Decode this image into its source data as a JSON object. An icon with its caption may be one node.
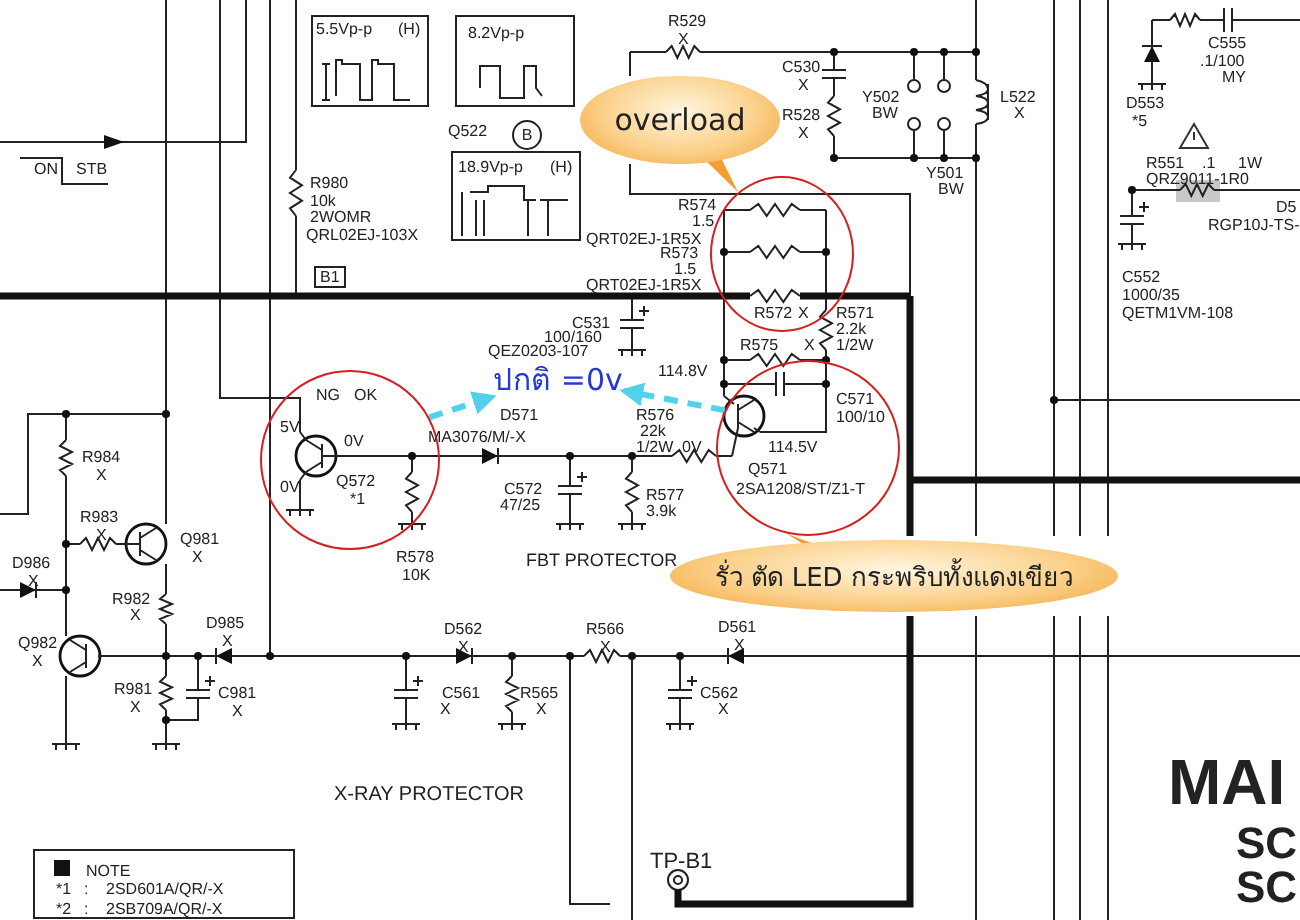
{
  "diagram": {
    "nodes": [
      {
        "text": [
          "overload"
        ]
      },
      {
        "text": [],
        "shape": "circle"
      },
      {
        "text": [],
        "shape": "circle"
      },
      {
        "text": [
          "ปกติ =0v"
        ]
      },
      {
        "text": [],
        "shape": "circle"
      },
      {
        "text": [
          "รั่ว ตัด LED กระพริบทั้งแดงเขียว"
        ]
      }
    ],
    "edges": [
      {
        "from": 0,
        "to": 1,
        "arrow": "none"
      },
      {
        "from": 2,
        "to": 3,
        "arrow": "to",
        "style": "dashed",
        "color": "#4fd2ea"
      },
      {
        "from": 4,
        "to": 3,
        "arrow": "to",
        "style": "dashed",
        "color": "#4fd2ea"
      },
      {
        "from": 5,
        "to": 4,
        "arrow": "none"
      }
    ],
    "labels": [
      "5.5Vp-p",
      "(H)",
      "8.2Vp-p",
      "Q522",
      "B",
      "18.9Vp-p",
      "(H)",
      "R529",
      "X",
      "C530",
      "X",
      "R528",
      "X",
      "Y502",
      "BW",
      "L522",
      "X",
      "Y501",
      "BW",
      "C555",
      ".1/100",
      "MY",
      "D553",
      "*5",
      "R551",
      ".1",
      "1W",
      "QRZ9011-1R0",
      "D5",
      "RGP10J-TS-",
      "ON",
      "STB",
      "R980",
      "10k",
      "2WOMR",
      "QRL02EJ-103X",
      "B1",
      "R574",
      "1.5",
      "QRT02EJ-1R5X",
      "R573",
      "1.5",
      "QRT02EJ-1R5X",
      "C552",
      "1000/35",
      "QETM1VM-108",
      "C531",
      "100/160",
      "QEZ0203-107",
      "R572",
      "X",
      "R571",
      "2.2k",
      "R575",
      "X",
      "1/2W",
      "NG",
      "OK",
      "5V",
      "0V",
      "0V",
      "Q572",
      "*1",
      "D571",
      "MA3076/M/-X",
      "114.8V",
      "C571",
      "R576",
      "100/10",
      "22k",
      "1/2W",
      "0V",
      "114.5V",
      "Q571",
      "C572",
      "R577",
      "2SA1208/ST/Z1-T",
      "47/25",
      "3.9k",
      "R984",
      "X",
      "R983",
      "X",
      "Q981",
      "D986",
      "X",
      "R578",
      "FBT PROTECTOR",
      "X",
      "10K",
      "R982",
      "X",
      "Q982",
      "X",
      "D985",
      "X",
      "D562",
      "X",
      "R566",
      "X",
      "D561",
      "X",
      "R981",
      "X",
      "C981",
      "X",
      "C561",
      "X",
      "R565",
      "X",
      "C562",
      "X",
      "X-RAY PROTECTOR",
      "NOTE",
      "*1",
      ":",
      "2SD601A/QR/-X",
      "*2",
      ":",
      "2SB709A/QR/-X",
      "TP-B1",
      "MAI",
      "SC",
      "SC"
    ]
  }
}
